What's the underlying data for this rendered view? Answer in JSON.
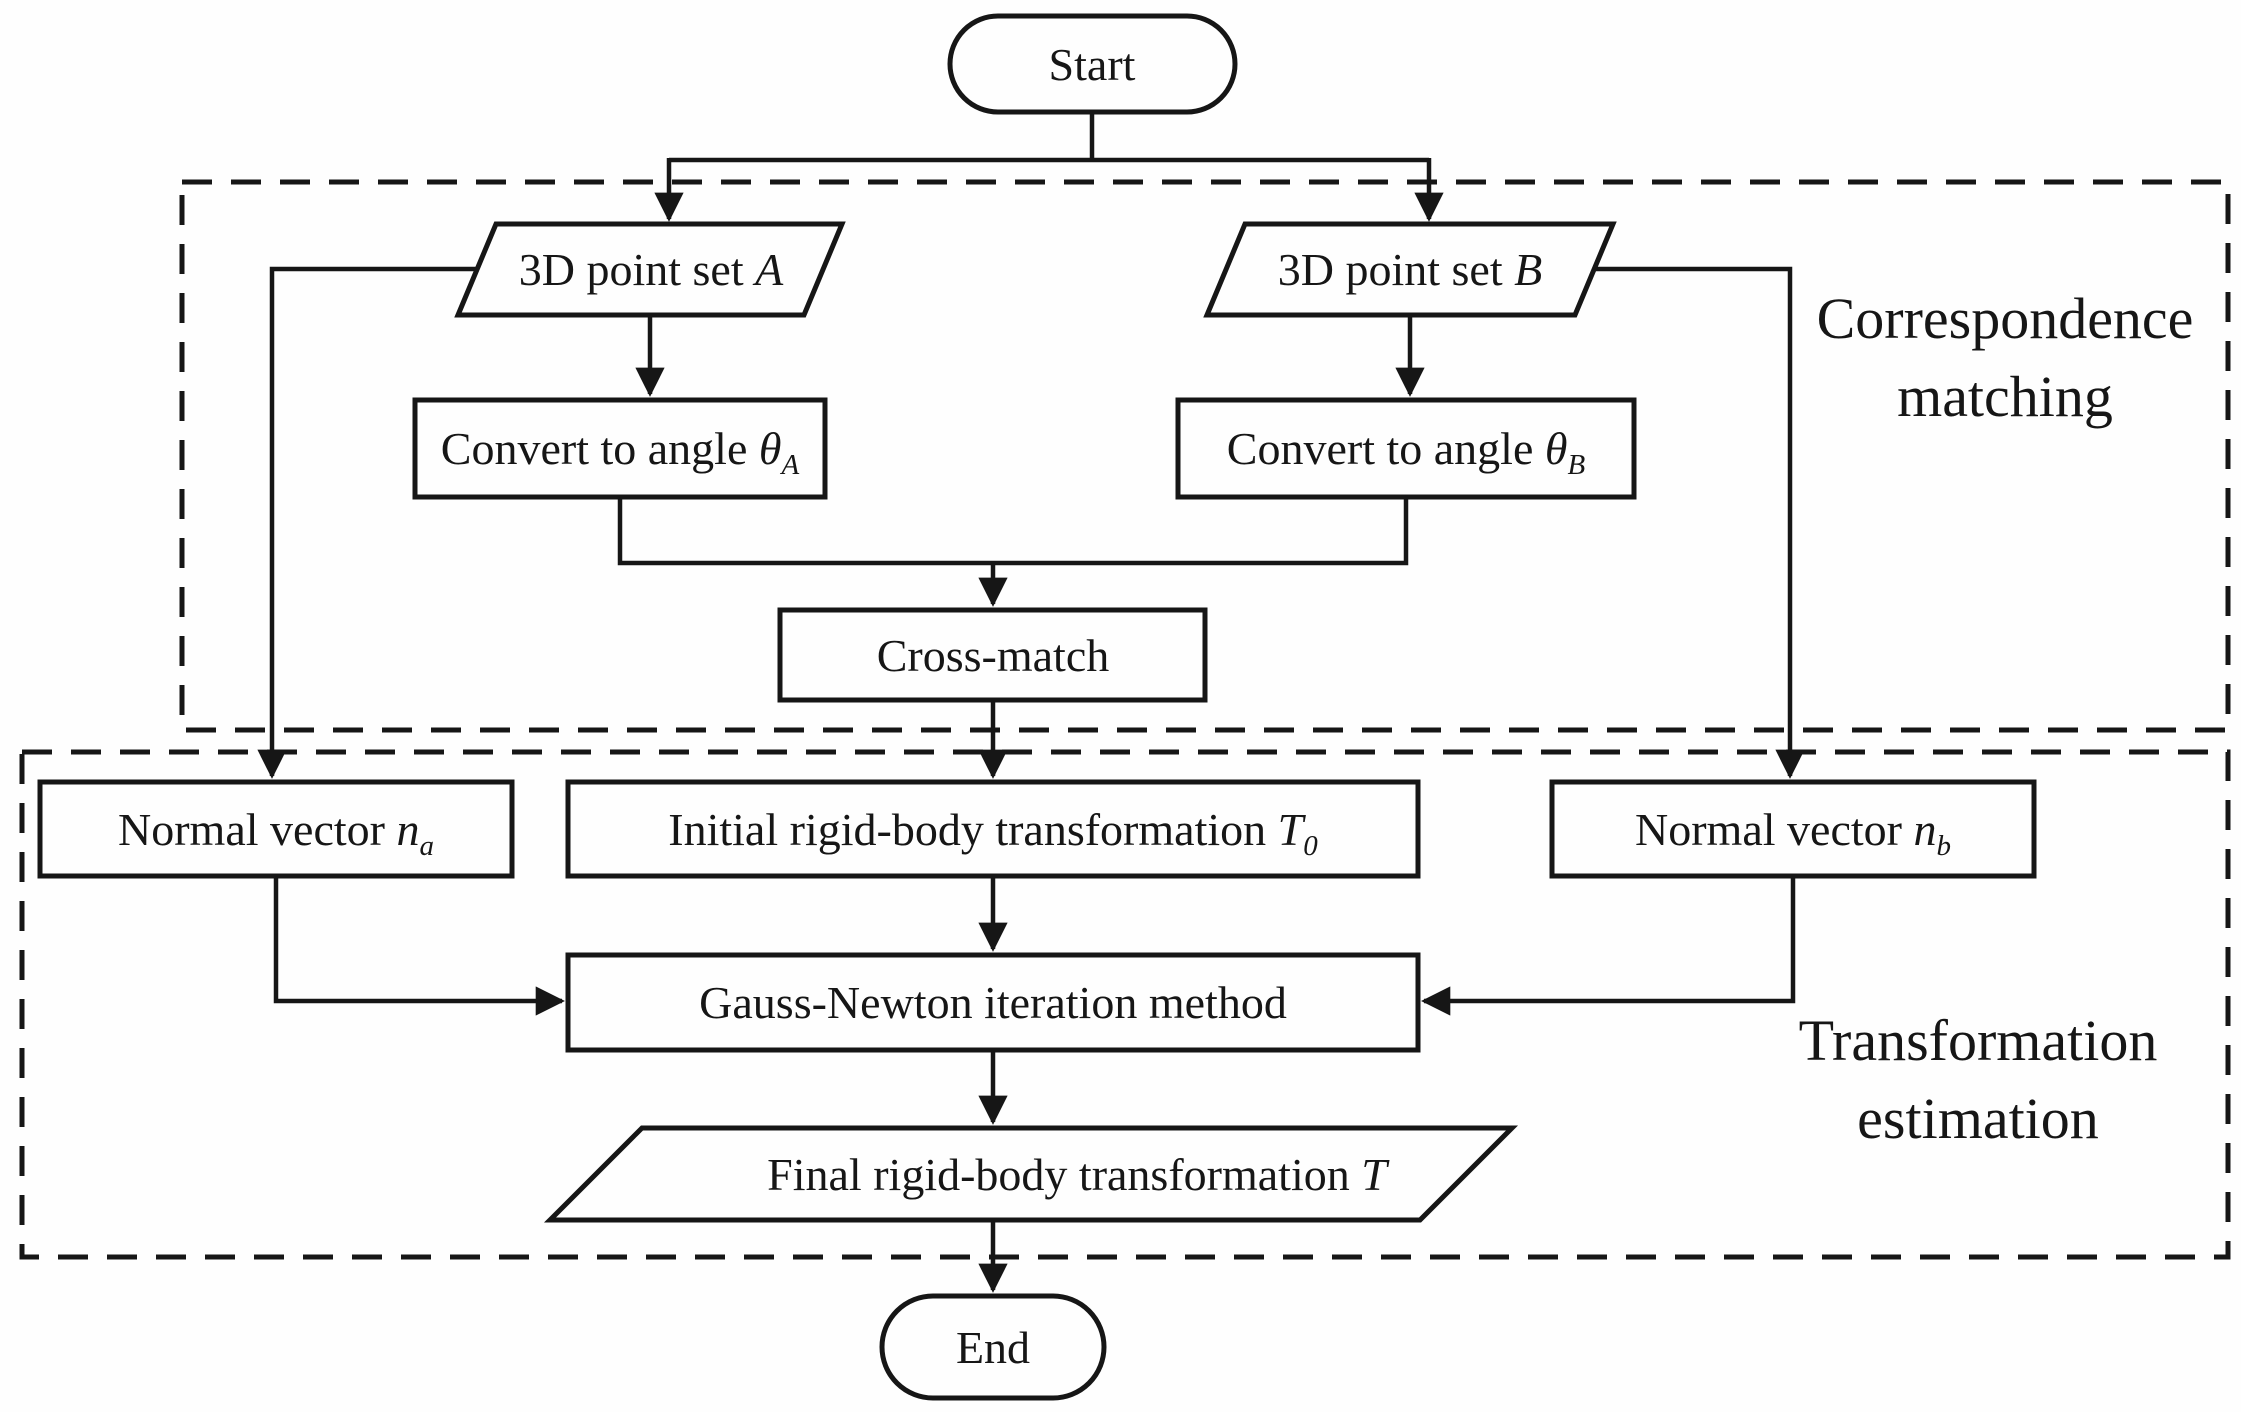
{
  "nodes": {
    "start": {
      "label": "Start"
    },
    "point_set_a": {
      "text": "3D point set ",
      "var": "A"
    },
    "point_set_b": {
      "text": "3D point set ",
      "var": "B"
    },
    "convert_a": {
      "text": "Convert to angle ",
      "var": "θ",
      "sub": "A"
    },
    "convert_b": {
      "text": "Convert to angle ",
      "var": "θ",
      "sub": "B"
    },
    "cross_match": {
      "label": "Cross-match"
    },
    "normal_vector_a": {
      "text": "Normal vector ",
      "var": "n",
      "sub": "a"
    },
    "initial_transformation": {
      "text": "Initial rigid-body transformation ",
      "var": "T",
      "sub": "0"
    },
    "normal_vector_b": {
      "text": "Normal vector ",
      "var": "n",
      "sub": "b"
    },
    "gauss_newton": {
      "label": "Gauss-Newton iteration method"
    },
    "final_transformation": {
      "text": "Final rigid-body transformation ",
      "var": "T"
    },
    "end": {
      "label": "End"
    }
  },
  "sections": {
    "correspondence_matching": {
      "line1": "Correspondence",
      "line2": "matching"
    },
    "transformation_estimation": {
      "line1": "Transformation",
      "line2": "estimation"
    }
  },
  "colors": {
    "line": "#161616",
    "background": "#fefefe"
  }
}
